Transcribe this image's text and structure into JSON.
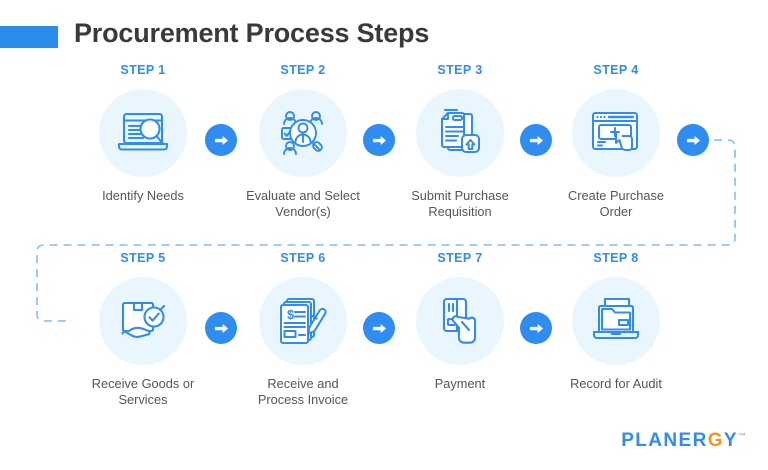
{
  "header": {
    "title": "Procurement Process Steps",
    "accent_color": "#2a8ceb"
  },
  "theme": {
    "primary_blue": "#2f8cf0",
    "circle_bg": "#eaf6fd",
    "caption_color": "#54565a",
    "title_color": "#3a3a3c",
    "dashed_color": "#7fbdf4",
    "logo_accent": "#f7941e"
  },
  "steps": [
    {
      "label": "STEP 1",
      "caption": "Identify Needs",
      "icon": "laptop-magnifier-icon",
      "row": 1
    },
    {
      "label": "STEP 2",
      "caption": "Evaluate and Select\nVendor(s)",
      "icon": "people-network-magnifier-icon",
      "row": 1
    },
    {
      "label": "STEP 3",
      "caption": "Submit Purchase\nRequisition",
      "icon": "documents-upload-icon",
      "row": 1
    },
    {
      "label": "STEP 4",
      "caption": "Create Purchase\nOrder",
      "icon": "browser-plus-cursor-icon",
      "row": 1
    },
    {
      "label": "STEP 5",
      "caption": "Receive Goods or\nServices",
      "icon": "box-hand-check-icon",
      "row": 2
    },
    {
      "label": "STEP 6",
      "caption": "Receive and\nProcess Invoice",
      "icon": "invoice-pen-icon",
      "row": 2
    },
    {
      "label": "STEP 7",
      "caption": "Payment",
      "icon": "hand-credit-card-icon",
      "row": 2
    },
    {
      "label": "STEP 8",
      "caption": "Record for Audit",
      "icon": "laptop-folder-icon",
      "row": 2
    }
  ],
  "logo": {
    "text_before": "PLANER",
    "accent_letter": "G",
    "text_after": "Y",
    "trademark": "™"
  }
}
